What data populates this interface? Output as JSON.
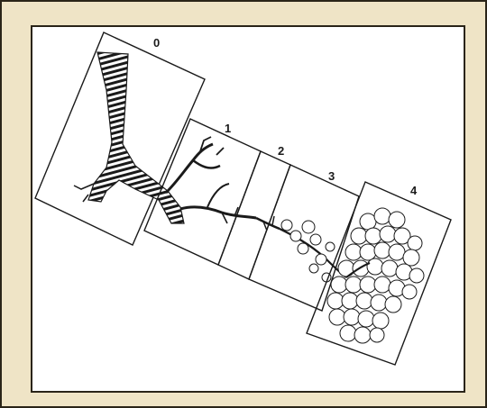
{
  "figure": {
    "zones": [
      {
        "id": "0",
        "label": "0"
      },
      {
        "id": "1",
        "label": "1"
      },
      {
        "id": "2",
        "label": "2"
      },
      {
        "id": "3",
        "label": "3"
      },
      {
        "id": "4",
        "label": "4"
      }
    ]
  },
  "colors": {
    "outer_background": "#efe4c6",
    "inner_background": "#ffffff",
    "line": "#1a1a1a"
  }
}
